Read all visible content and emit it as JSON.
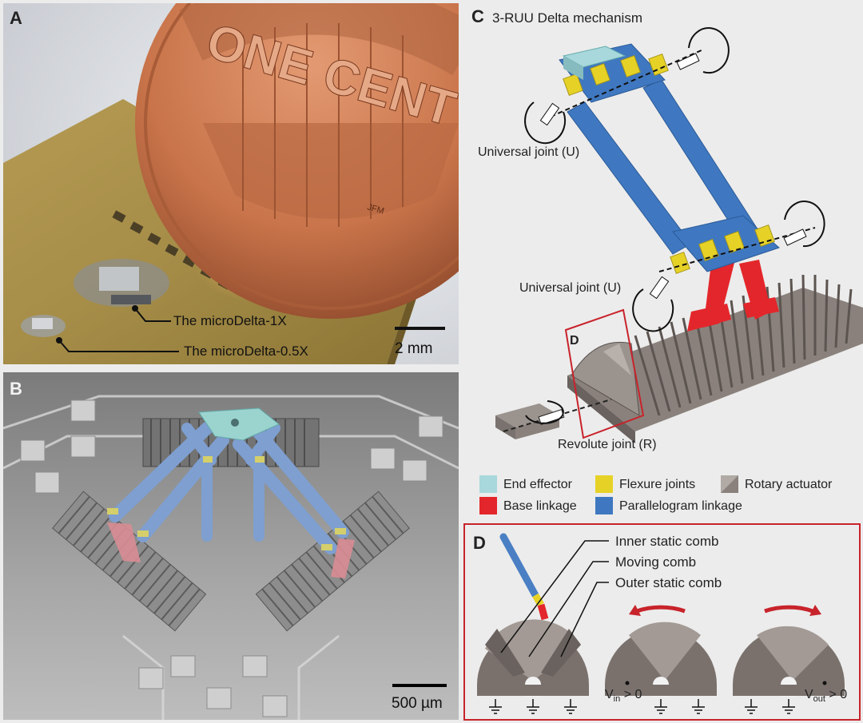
{
  "panel_a": {
    "label": "A",
    "coin_lines": [
      "ONE CENT",
      "JFM"
    ],
    "device_1x": "The microDelta-1X",
    "device_05x": "The microDelta-0.5X",
    "scale": "2 mm"
  },
  "panel_b": {
    "label": "B",
    "scale": "500 µm"
  },
  "panel_c": {
    "label": "C",
    "title": "3-RUU Delta mechanism",
    "joint_top": "Universal joint (U)",
    "joint_mid": "Universal joint (U)",
    "joint_rev": "Revolute joint (R)",
    "detail_tag": "D",
    "legend": {
      "end_effector": "End effector",
      "flexure": "Flexure joints",
      "rotary": "Rotary  actuator",
      "base": "Base linkage",
      "parallelogram": "Parallelogram linkage"
    },
    "colors": {
      "end_effector": "#a8d8dc",
      "flexure": "#e6d227",
      "rotary": "#8a817c",
      "base": "#e3262b",
      "parallelogram": "#3f78c0"
    }
  },
  "panel_d": {
    "label": "D",
    "inner": "Inner static comb",
    "moving": "Moving comb",
    "outer": "Outer static comb",
    "vin": "V",
    "vin_sub": "in",
    "vin_rel": "> 0",
    "vout": "V",
    "vout_sub": "out",
    "vout_rel": "> 0"
  }
}
